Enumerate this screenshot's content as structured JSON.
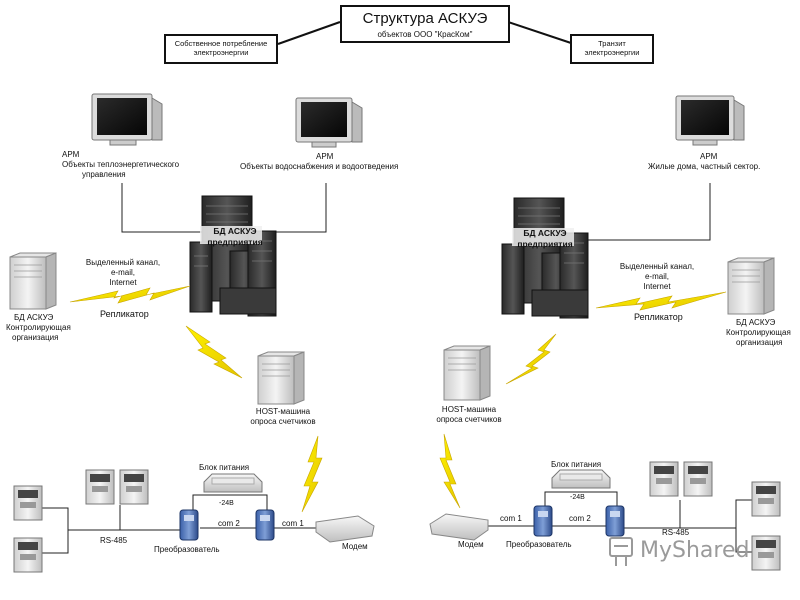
{
  "header": {
    "title": "Структура АСКУЭ",
    "subtitle": "объектов ООО \"КрасКом\"",
    "left_box": [
      "Собственное потребление",
      "электроэнергии"
    ],
    "right_box": [
      "Транзит",
      "электроэнергии"
    ]
  },
  "left": {
    "arm1": [
      "АРМ",
      "Объекты теплоэнергетического",
      "управления"
    ],
    "arm2": [
      "АРМ",
      "Объекты водоснабжения и водоотведения"
    ],
    "db_enterprise": [
      "БД АСКУЭ",
      "предприятия"
    ],
    "channel": [
      "Выделенный канал,",
      "e-mail,",
      "Internet"
    ],
    "replicator": "Репликатор",
    "db_control": [
      "БД АСКУЭ",
      "Контролирующая",
      "организация"
    ],
    "host": [
      "HOST-машина",
      "опроса счетчиков"
    ],
    "power": "Блок питания",
    "voltage": "-24В",
    "com2": "com 2",
    "com1": "com 1",
    "rs485": "RS-485",
    "converter": "Преобразователь",
    "modem": "Модем"
  },
  "right": {
    "arm": [
      "АРМ",
      "Жилые дома, частный сектор."
    ],
    "db_enterprise": [
      "БД АСКУЭ",
      "предприятия"
    ],
    "channel": [
      "Выделенный канал,",
      "e-mail,",
      "Internet"
    ],
    "replicator": "Репликатор",
    "db_control": [
      "БД АСКУЭ",
      "Контролирующая",
      "организация"
    ],
    "host": [
      "HOST-машина",
      "опроса счетчиков"
    ],
    "power": "Блок питания",
    "voltage": "-24В",
    "com1": "com 1",
    "com2": "com 2",
    "rs485": "RS-485",
    "converter": "Преобразователь",
    "modem": "Модем"
  },
  "watermark": "MyShared"
}
